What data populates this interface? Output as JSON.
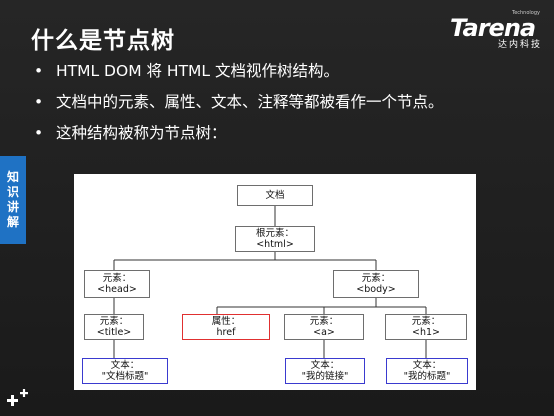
{
  "slide": {
    "title": "什么是节点树",
    "logo": {
      "brand": "Tarena",
      "tagline": "Technology",
      "subtitle": "达内科技"
    },
    "side_tab": [
      "知",
      "识",
      "讲",
      "解"
    ],
    "bullets": [
      "HTML DOM 将 HTML 文档视作树结构。",
      "文档中的元素、属性、文本、注释等都被看作一个节点。",
      "这种结构被称为节点树："
    ],
    "bullet_marker": "•"
  },
  "tree": {
    "document": "文档",
    "root": [
      "根元素：",
      "<html>"
    ],
    "head": [
      "元素：",
      "<head>"
    ],
    "body": [
      "元素：",
      "<body>"
    ],
    "title": [
      "元素：",
      "<title>"
    ],
    "attr": [
      "属性：",
      "href"
    ],
    "a": [
      "元素：",
      "<a>"
    ],
    "h1": [
      "元素：",
      "<h1>"
    ],
    "text_title": [
      "文本：",
      "\"文档标题\""
    ],
    "text_link": [
      "文本：",
      "\"我的链接\""
    ],
    "text_h1": [
      "文本：",
      "\"我的标题\""
    ]
  }
}
